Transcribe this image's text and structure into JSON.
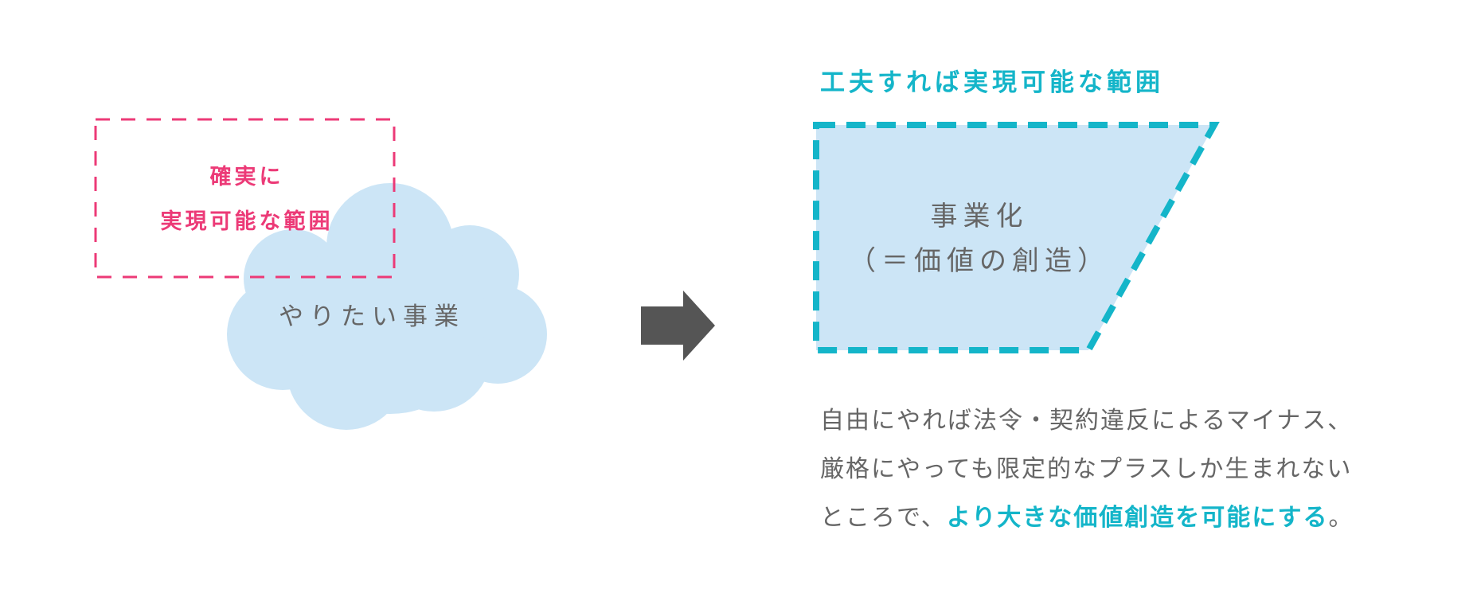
{
  "diagram": {
    "certain_box": {
      "line1": "確実に",
      "line2": "実現可能な範囲"
    },
    "cloud": {
      "label": "やりたい事業"
    },
    "feasible": {
      "title": "工夫すれば実現可能な範囲",
      "line1": "事業化",
      "line2": "（＝価値の創造）"
    },
    "description": {
      "line1": "自由にやれば法令・契約違反によるマイナス、",
      "line2": "厳格にやっても限定的なプラスしか生まれない",
      "line3_plain": "ところで、",
      "line3_highlight": "より大きな価値創造を可能にする",
      "line3_end": "。"
    }
  }
}
